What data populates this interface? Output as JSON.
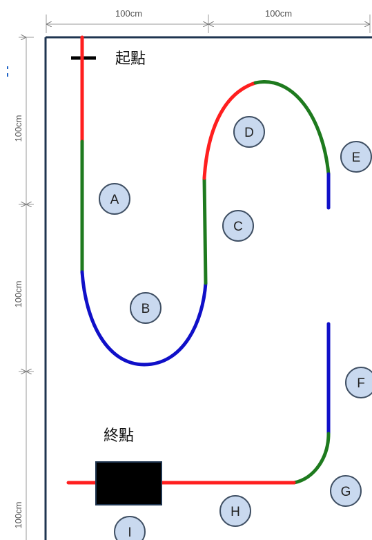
{
  "dimensions": {
    "top_left": "100cm",
    "top_right": "100cm",
    "left_top": "100cm",
    "left_middle": "100cm",
    "left_bottom": "100cm"
  },
  "labels": {
    "start": "起點",
    "end": "終點"
  },
  "segments": {
    "A": "A",
    "B": "B",
    "C": "C",
    "D": "D",
    "E": "E",
    "F": "F",
    "G": "G",
    "H": "H",
    "I": "I"
  },
  "colors": {
    "red": "#ff1f1f",
    "green": "#1e7a1e",
    "blue": "#1010c8",
    "black": "#000000",
    "navy_border": "#1f3550",
    "circle_fill": "#c9d9ef",
    "circle_stroke": "#3f4f63",
    "dimension_gray": "#777777"
  }
}
